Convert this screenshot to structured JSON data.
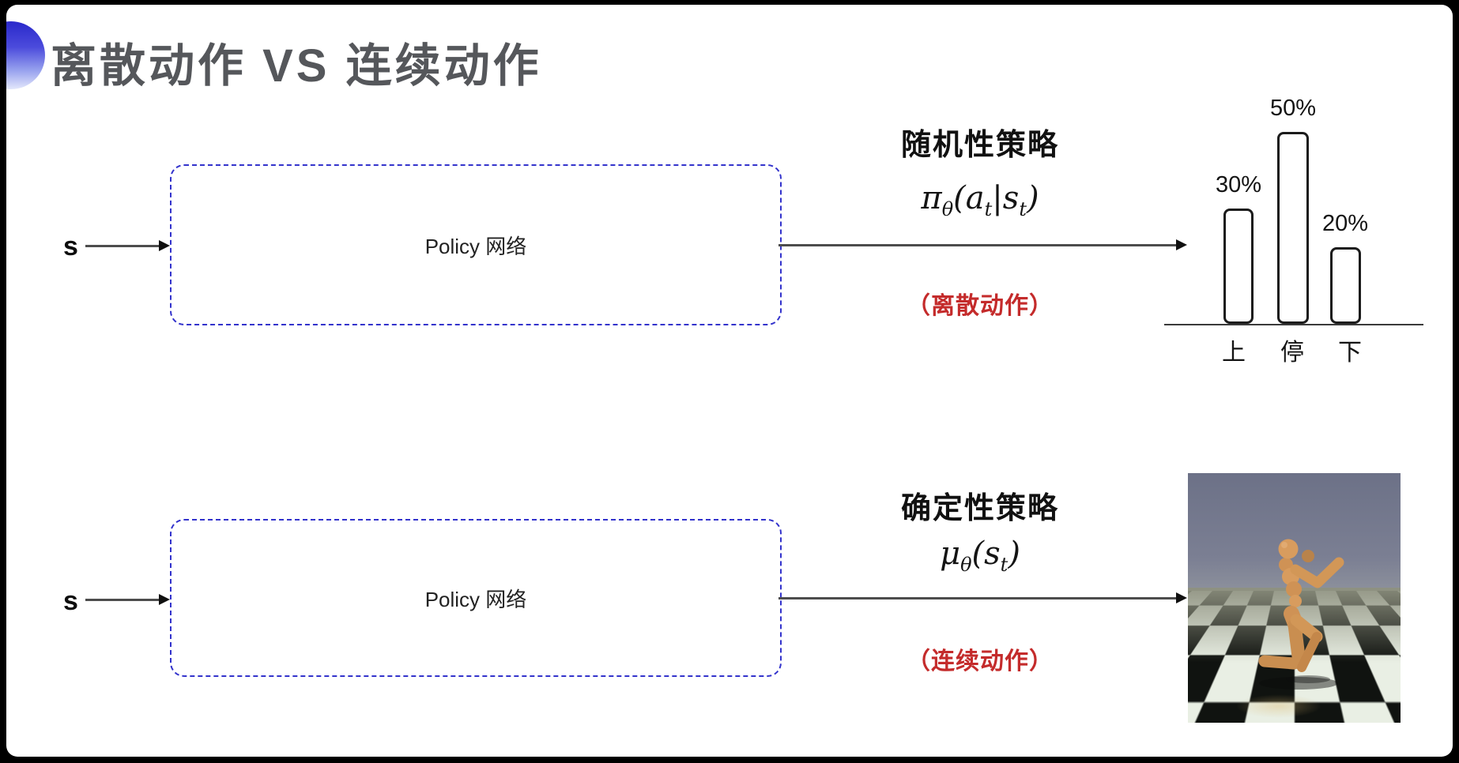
{
  "slide": {
    "title": "离散动作 VS 连续动作"
  },
  "rows": {
    "top": {
      "input_label": "s",
      "box_label": "Policy 网络",
      "policy_title": "随机性策略",
      "formula": {
        "symbol": "π",
        "symbol_sub": "θ",
        "open": "(",
        "arg1": "a",
        "arg1_sub": "t",
        "separator": "|",
        "arg2": "s",
        "arg2_sub": "t",
        "close": ")"
      },
      "action_note": "（离散动作）"
    },
    "bottom": {
      "input_label": "s",
      "box_label": "Policy 网络",
      "policy_title": "确定性策略",
      "formula": {
        "symbol": "μ",
        "symbol_sub": "θ",
        "open": "(",
        "arg1": "s",
        "arg1_sub": "t",
        "close": ")"
      },
      "action_note": "（连续动作）"
    }
  },
  "chart_data": {
    "type": "bar",
    "categories": [
      "上",
      "停",
      "下"
    ],
    "values": [
      30,
      50,
      20
    ],
    "value_labels": [
      "30%",
      "50%",
      "20%"
    ],
    "title": "",
    "xlabel": "",
    "ylabel": "",
    "ylim": [
      0,
      55
    ],
    "grid": false,
    "legend": "none",
    "bar_style": "outlined-rounded-white"
  },
  "colors": {
    "box_dash_blue": "#3333cc",
    "highlight_red": "#c42b2b",
    "title_gray": "#55575b",
    "arrow_gray": "#4d4d4d",
    "bar_outline": "#1b1b1b",
    "accent_circle_blue": "#2d2ccc"
  }
}
